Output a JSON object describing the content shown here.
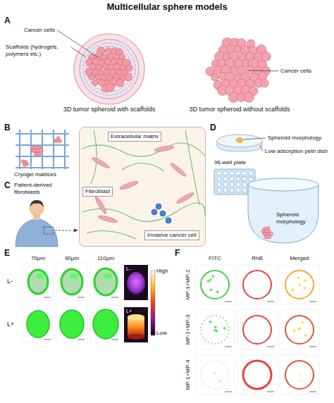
{
  "diagram": {
    "title": "Multicellular sphere models",
    "nodes": [
      {
        "text": [
          "Extracellular matrix",
          "Fibroblast",
          "Invasive cancer cell"
        ]
      }
    ],
    "labels": [
      "A",
      "Cancer cells",
      "Scaffolds (hydrogels, polymers etc.)",
      "3D tumor spheroid with scaffolds",
      "3D tumor spheroid without scaffolds",
      "Cancer cells",
      "B",
      "Cryogel matrices",
      "C",
      "Patient-derived fibroblasts",
      "D",
      "Spheroid morphology",
      "Low adsorption petri dish",
      "96-well plate",
      "Spheroid morphology",
      "E",
      "70μm",
      "90μm",
      "110μm",
      "L-",
      "L+",
      "High",
      "Low",
      "F",
      "FITC",
      "RhB",
      "Merged",
      "MP-1+MP-2",
      "MP-1+MP-3",
      "MP-1+MP-4",
      "L-",
      "L+"
    ]
  }
}
